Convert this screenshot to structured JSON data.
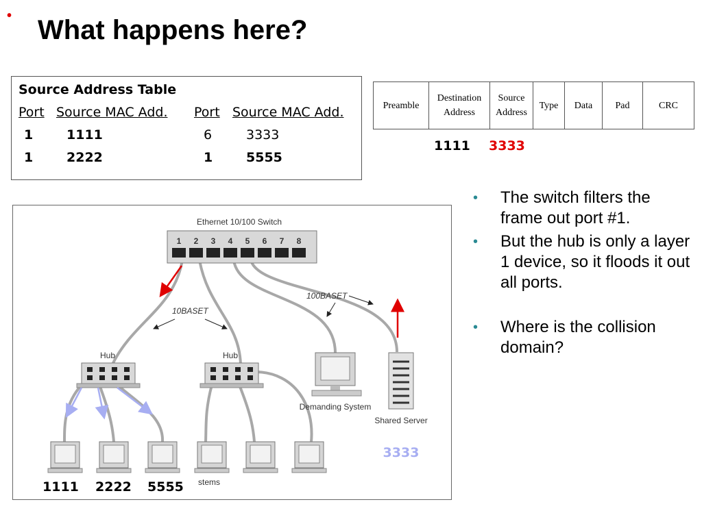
{
  "slide": {
    "bullet_marker": "•",
    "title": "What happens here?"
  },
  "source_address_table": {
    "title": "Source Address Table",
    "headers": [
      "Port",
      "Source MAC Add.",
      "Port",
      "Source MAC Add."
    ],
    "rows": [
      [
        "1",
        "1111",
        "6",
        "3333"
      ],
      [
        "1",
        "2222",
        "1",
        "5555"
      ]
    ]
  },
  "frame": {
    "fields": [
      "Preamble",
      "Destination Address",
      "Source Address",
      "Type",
      "Data",
      "Pad",
      "CRC"
    ],
    "destination_value": "1111",
    "source_value": "3333"
  },
  "bullets": [
    "The switch filters the frame out port #1.",
    "But the hub is only a layer 1 device, so it floods it out all ports.",
    "Where is the collision domain?"
  ],
  "diagram": {
    "switch_label": "Ethernet 10/100 Switch",
    "port_numbers": [
      "1",
      "2",
      "3",
      "4",
      "5",
      "6",
      "7",
      "8"
    ],
    "label_10baset": "10BASET",
    "label_100baset": "100BASET",
    "hub_left_label": "Hub",
    "hub_right_label": "Hub",
    "demanding_system_label": "Demanding System",
    "shared_server_label": "Shared Server",
    "server_address": "3333",
    "systems_fragment": "stems",
    "pc_addresses": [
      "1111",
      "2222",
      "5555"
    ]
  },
  "colors": {
    "accent_red": "#e00000",
    "bullet_teal": "#2a8a93",
    "flood_arrow": "#a7aef2",
    "cable_gray": "#a8a8a8"
  }
}
